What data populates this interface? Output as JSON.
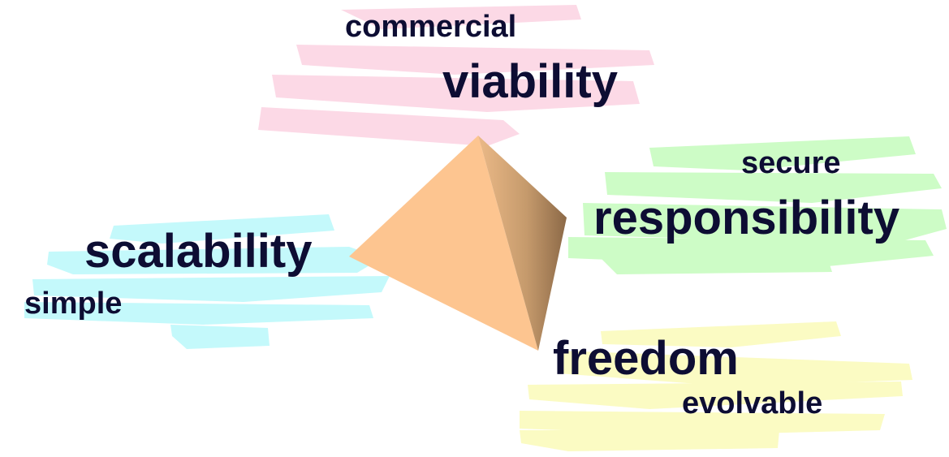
{
  "diagram": {
    "vertices": [
      {
        "id": "top",
        "main": "viability",
        "sub": "commercial",
        "color": "#fcd9e6"
      },
      {
        "id": "right",
        "main": "responsibility",
        "sub": "secure",
        "color": "#cdfcc6"
      },
      {
        "id": "left",
        "main": "scalability",
        "sub": "simple",
        "color": "#c4f9fb"
      },
      {
        "id": "bottom",
        "main": "freedom",
        "sub": "evolvable",
        "color": "#fbfbc3"
      }
    ],
    "colors": {
      "pyramid_front": "#fdc590",
      "pyramid_side_light": "#dca877",
      "pyramid_side_dark": "#8c6947",
      "text": "#0d0d33"
    }
  }
}
